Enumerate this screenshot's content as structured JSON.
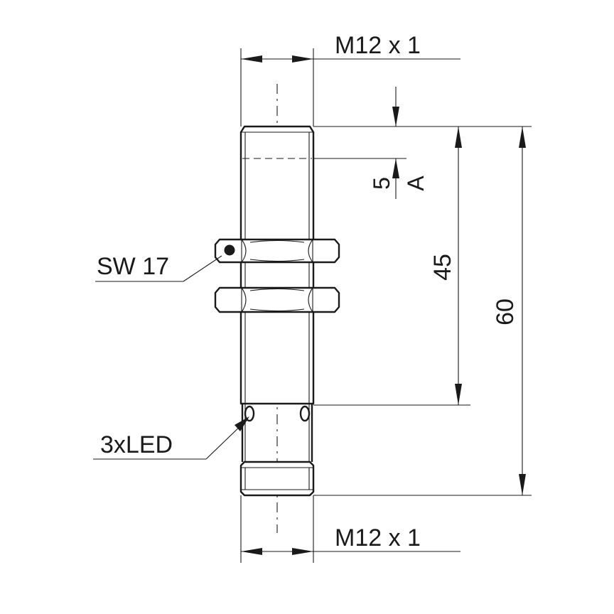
{
  "labels": {
    "thread_top": "M12 x 1",
    "thread_bottom": "M12 x 1",
    "wrench_size": "SW 17",
    "led": "3xLED",
    "dim_5": "5",
    "dim_a": "A",
    "dim_45": "45",
    "dim_60": "60"
  },
  "colors": {
    "line": "#1a1a1a",
    "background": "#ffffff"
  }
}
